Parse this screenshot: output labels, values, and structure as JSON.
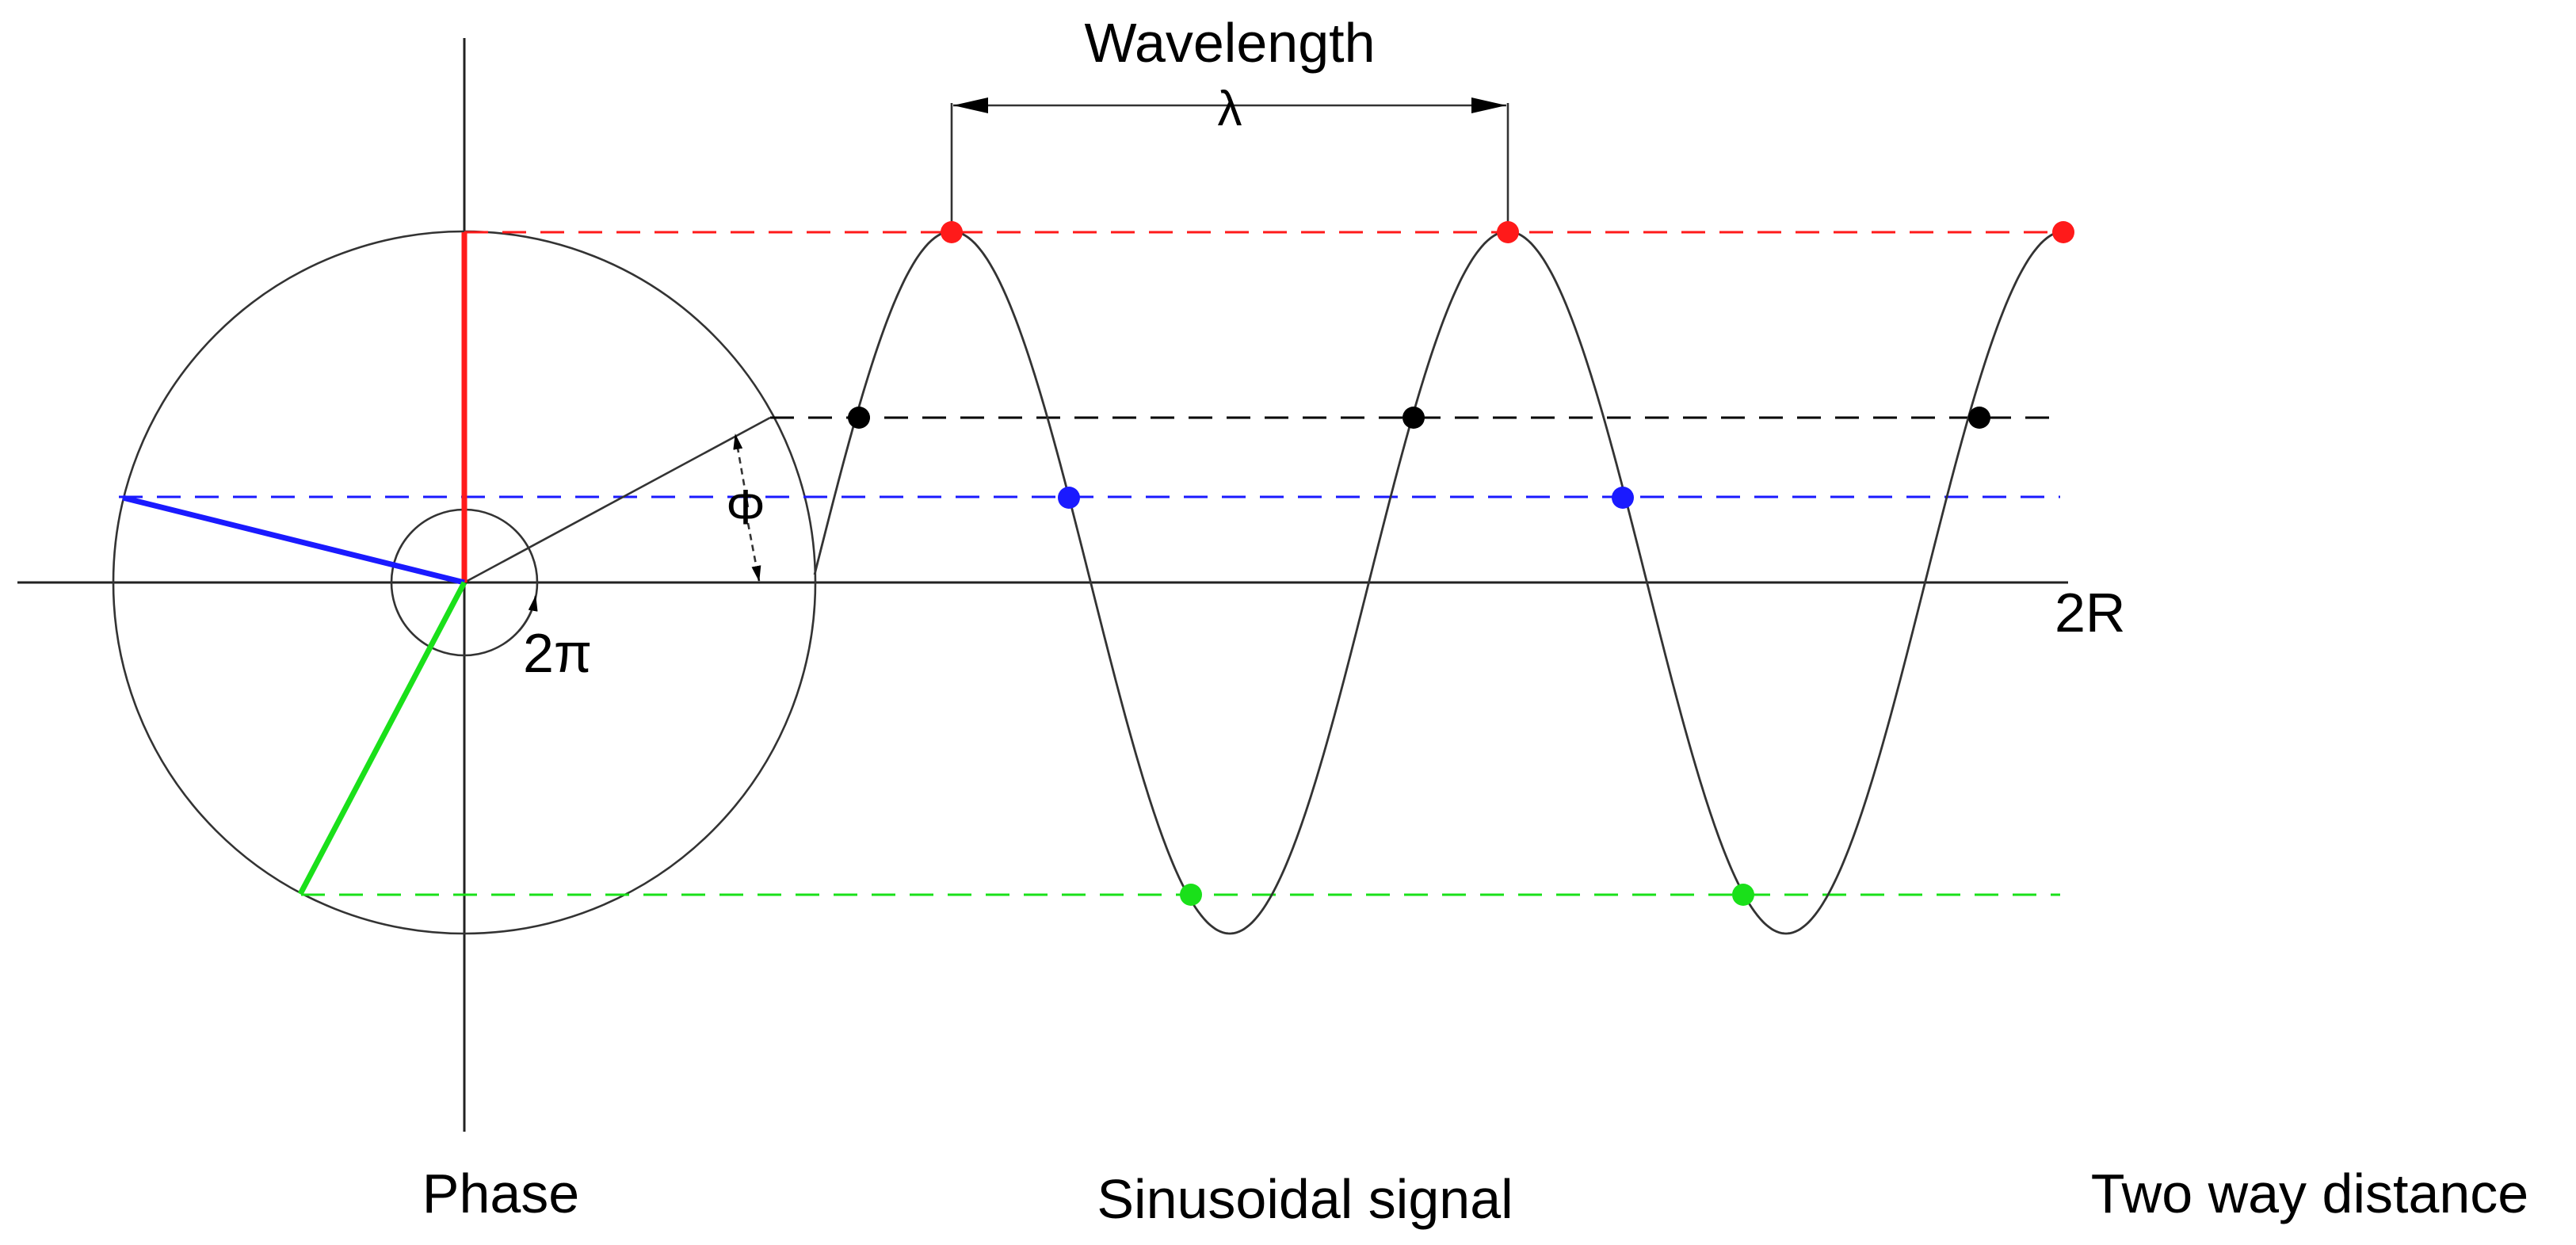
{
  "labels": {
    "wavelength": "Wavelength",
    "lambda": "λ",
    "phi": "Φ",
    "two_pi": "2π",
    "two_r": "2R",
    "phase": "Phase",
    "sinusoidal_signal": "Sinusoidal signal",
    "two_way_distance": "Two way distance"
  },
  "colors": {
    "red": "#ff1a1a",
    "black": "#000000",
    "blue": "#1a1aff",
    "green": "#1ae01a",
    "line": "#333333"
  }
}
